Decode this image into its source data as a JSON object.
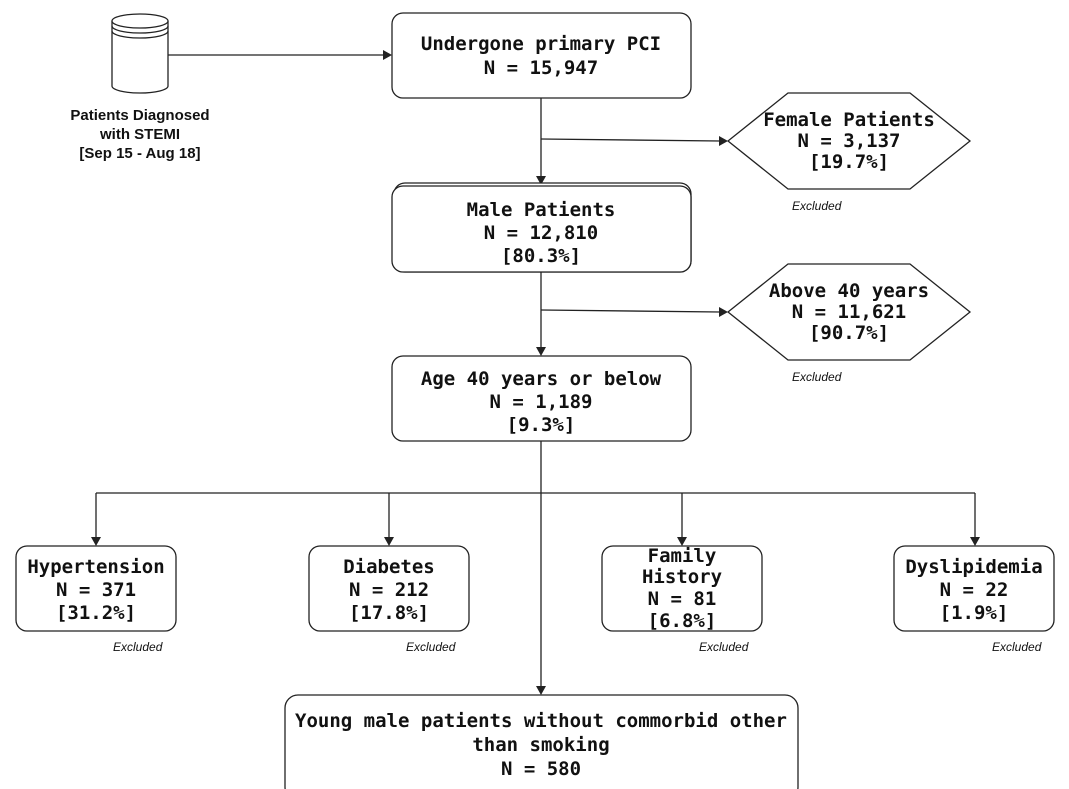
{
  "source": {
    "lines": [
      "Patients Diagnosed",
      "with STEMI",
      "[Sep 15 - Aug 18]"
    ]
  },
  "nodes": {
    "pci": {
      "title": "Undergone primary PCI",
      "n": "N = 15,947"
    },
    "male": {
      "title": "Male Patients",
      "n": "N = 12,810",
      "pct": "[80.3%]"
    },
    "age": {
      "title": "Age 40 years or below",
      "n": "N = 1,189",
      "pct": "[9.3%]"
    },
    "final": {
      "title_line1": "Young male patients without commorbid other",
      "title_line2": "than smoking",
      "n": "N = 580"
    }
  },
  "exclusions": {
    "female": {
      "title": "Female Patients",
      "n": "N = 3,137",
      "pct": "[19.7%]",
      "tag": "Excluded"
    },
    "above40": {
      "title": "Above 40 years",
      "n": "N = 11,621",
      "pct": "[90.7%]",
      "tag": "Excluded"
    },
    "hypertension": {
      "title": "Hypertension",
      "n": "N = 371",
      "pct": "[31.2%]",
      "tag": "Excluded"
    },
    "diabetes": {
      "title": "Diabetes",
      "n": "N = 212",
      "pct": "[17.8%]",
      "tag": "Excluded"
    },
    "family": {
      "title_line1": "Family",
      "title_line2": "History",
      "n": "N = 81",
      "pct": "[6.8%]",
      "tag": "Excluded"
    },
    "dyslipidemia": {
      "title": "Dyslipidemia",
      "n": "N = 22",
      "pct": "[1.9%]",
      "tag": "Excluded"
    }
  },
  "colors": {
    "stroke": "#222222",
    "text": "#111111",
    "background": "#ffffff"
  }
}
